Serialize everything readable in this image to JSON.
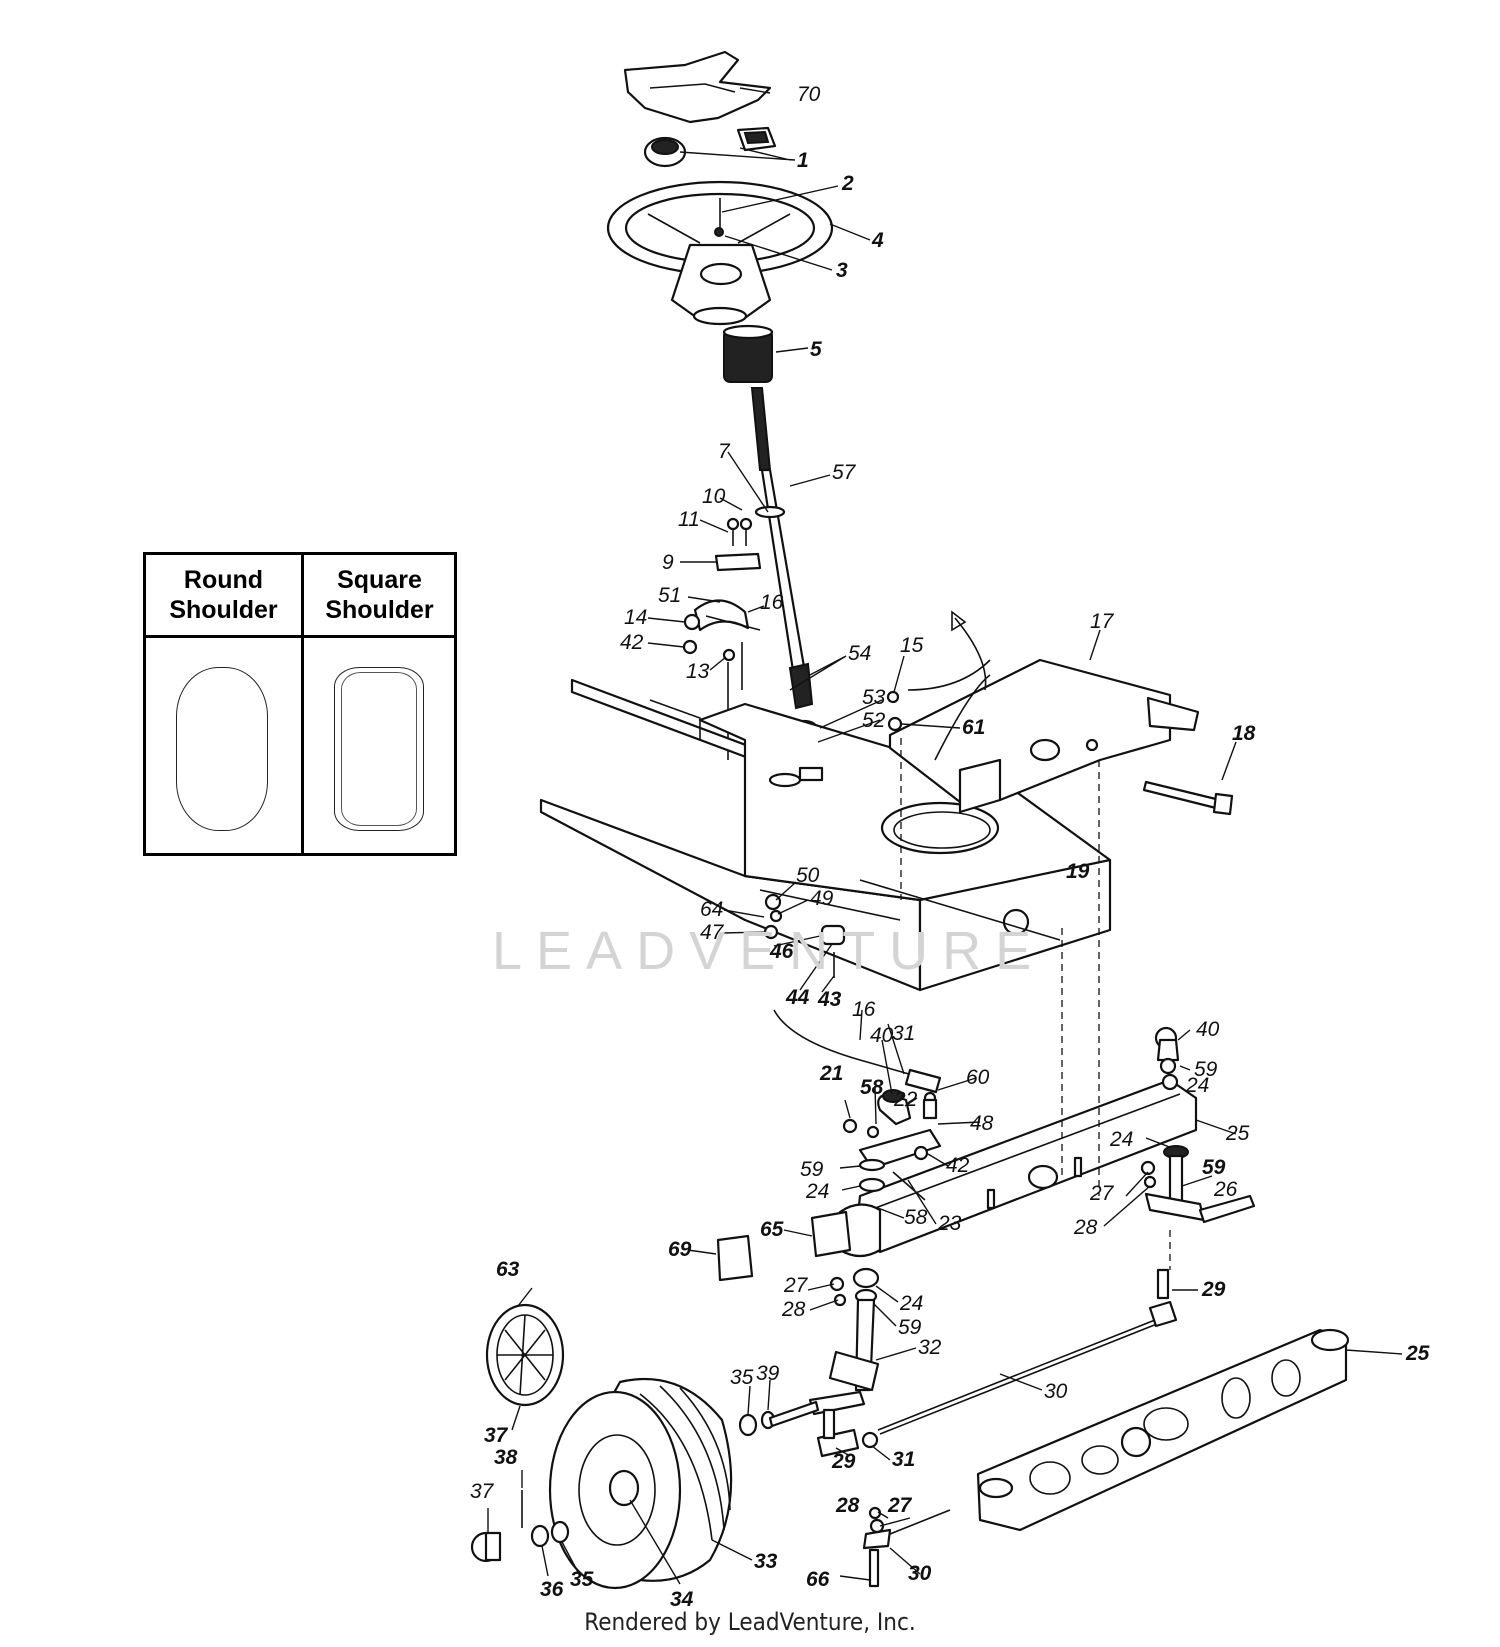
{
  "legend": {
    "round_title_1": "Round",
    "round_title_2": "Shoulder",
    "square_title_1": "Square",
    "square_title_2": "Shoulder"
  },
  "watermark": "LEADVENTURE",
  "footer": "Rendered by LeadVenture, Inc.",
  "callouts": {
    "c70": "70",
    "c1": "1",
    "c2": "2",
    "c4": "4",
    "c3": "3",
    "c5": "5",
    "c7": "7",
    "c57": "57",
    "c10": "10",
    "c11": "11",
    "c9": "9",
    "c51": "51",
    "c16a": "16",
    "c14": "14",
    "c42a": "42",
    "c13": "13",
    "c54": "54",
    "c15": "15",
    "c17": "17",
    "c53": "53",
    "c52": "52",
    "c61": "61",
    "c18": "18",
    "c19": "19",
    "c50": "50",
    "c49": "49",
    "c64": "64",
    "c47": "47",
    "c46": "46",
    "c44": "44",
    "c43": "43",
    "c16b": "16",
    "c40a": "40",
    "c31a": "31",
    "c40b": "40",
    "c59a": "59",
    "c24a": "24",
    "c21": "21",
    "c58a": "58",
    "c22": "22",
    "c60": "60",
    "c48": "48",
    "c25a": "25",
    "c24b": "24",
    "c42b": "42",
    "c59b": "59",
    "c59c": "59",
    "c24c": "24",
    "c27a": "27",
    "c26": "26",
    "c28a": "28",
    "c58b": "58",
    "c23": "23",
    "c65": "65",
    "c69": "69",
    "c63": "63",
    "c27b": "27",
    "c28b": "28",
    "c24d": "24",
    "c59d": "59",
    "c32": "32",
    "c29a": "29",
    "c25b": "25",
    "c30a": "30",
    "c35a": "35",
    "c39": "39",
    "c37a": "37",
    "c29b": "29",
    "c31b": "31",
    "c38": "38",
    "c37b": "37",
    "c28c": "28",
    "c27c": "27",
    "c30b": "30",
    "c36": "36",
    "c35b": "35",
    "c33": "33",
    "c34": "34",
    "c66": "66"
  }
}
